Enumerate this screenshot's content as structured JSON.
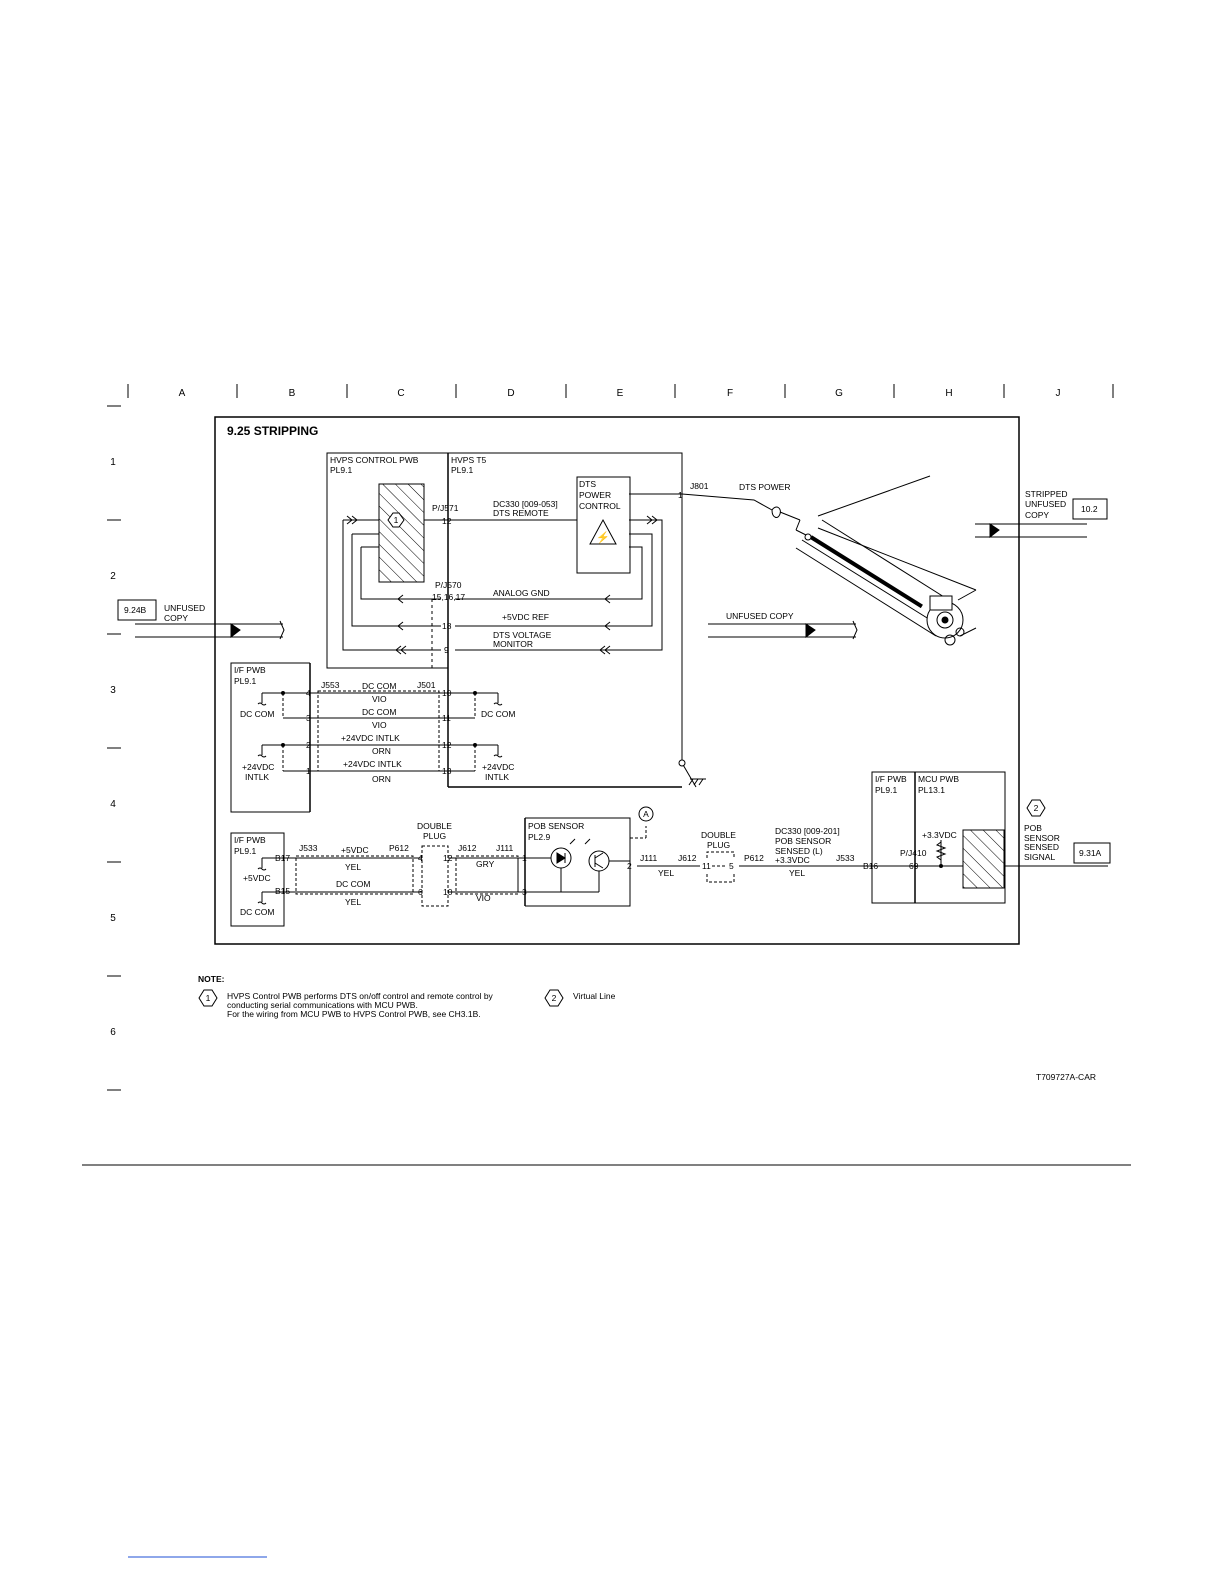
{
  "diagram": {
    "title": "9.25 STRIPPING",
    "drawing_id": "T709727A-CAR"
  },
  "grid": {
    "columns": [
      "A",
      "B",
      "C",
      "D",
      "E",
      "F",
      "G",
      "H",
      "J"
    ],
    "rows": [
      "1",
      "2",
      "3",
      "4",
      "5",
      "6"
    ]
  },
  "components": {
    "hvps_control": {
      "l1": "HVPS CONTROL PWB",
      "l2": "PL9.1"
    },
    "hvps_t5": {
      "l1": "HVPS T5",
      "l2": "PL9.1"
    },
    "dts_power_control": {
      "l1": "DTS",
      "l2": "POWER",
      "l3": "CONTROL"
    },
    "if_pwb_upper": {
      "l1": "I/F PWB",
      "l2": "PL9.1"
    },
    "if_pwb_lower": {
      "l1": "I/F PWB",
      "l2": "PL9.1"
    },
    "pob_sensor": {
      "l1": "POB SENSOR",
      "l2": "PL2.9"
    },
    "if_pwb_right": {
      "l1": "I/F PWB",
      "l2": "PL9.1"
    },
    "mcu_pwb": {
      "l1": "MCU PWB",
      "l2": "PL13.1"
    }
  },
  "connectors": {
    "pj571": "P/J571",
    "pj570": "P/J570",
    "pj570_pins": "15,16,17",
    "j801": "J801",
    "j553": "J553",
    "j501": "J501",
    "j533": "J533",
    "p612": "P612",
    "j612": "J612",
    "j111": "J111",
    "j111_r": "J111",
    "j612_r": "J612",
    "p612_r": "P612",
    "j533_r": "J533",
    "pj410": "P/J410",
    "b16": "B16",
    "b17": "B17",
    "b15": "B15",
    "double_plug_1": "DOUBLE",
    "double_plug_2": "PLUG",
    "double_plug_r1": "DOUBLE",
    "double_plug_r2": "PLUG"
  },
  "pins": {
    "p12": "12",
    "p18": "18",
    "p9": "9",
    "p1_dts": "1",
    "u4": "4",
    "u3": "3",
    "u2": "2",
    "u1": "1",
    "r10": "10",
    "r11": "11",
    "r12": "12",
    "r13": "13",
    "dp4": "4",
    "dp12": "12",
    "dp6": "6",
    "dp10": "10",
    "s1": "1",
    "s3": "3",
    "s2": "2",
    "dr11": "11",
    "dr5": "5",
    "m69": "69"
  },
  "signals": {
    "dts_remote_1": "DC330  [009-053]",
    "dts_remote_2": "DTS REMOTE",
    "analog_gnd": "ANALOG GND",
    "ref_5v": "+5VDC REF",
    "dts_vm_1": "DTS VOLTAGE",
    "dts_vm_2": "MONITOR",
    "dts_power": "DTS POWER",
    "dc_com_a": "DC COM",
    "vio_a": "VIO",
    "dc_com_b": "DC COM",
    "vio_b": "VIO",
    "intlk_a": "+24VDC INTLK",
    "orn_a": "ORN",
    "intlk_b": "+24VDC INTLK",
    "orn_b": "ORN",
    "dccom_left": "DC COM",
    "intlk_left_1": "+24VDC",
    "intlk_left_2": "INTLK",
    "dccom_right": "DC COM",
    "intlk_right_1": "+24VDC",
    "intlk_right_2": "INTLK",
    "v5_line": "+5VDC",
    "yel_a": "YEL",
    "dccom_line": "DC COM",
    "yel_b": "YEL",
    "gry": "GRY",
    "vio_c": "VIO",
    "v5_left": "+5VDC",
    "dccom_left2": "DC COM",
    "yel_c": "YEL",
    "yel_d": "YEL",
    "pob_sig_1": "DC330  [009-201]",
    "pob_sig_2": "POB SENSOR",
    "pob_sig_3": "SENSED (L)",
    "pob_sig_4": "+3.3VDC",
    "v33_mcu": "+3.3VDC",
    "unfused_copy_mid": "UNFUSED COPY",
    "unfused_left_1": "UNFUSED",
    "unfused_left_2": "COPY",
    "stripped_1": "STRIPPED",
    "stripped_2": "UNFUSED",
    "stripped_3": "COPY",
    "pob_out_1": "POB",
    "pob_out_2": "SENSOR",
    "pob_out_3": "SENSED",
    "pob_out_4": "SIGNAL"
  },
  "references": {
    "left_in": "9.24B",
    "right_out": "10.2",
    "pob_out": "9.31A",
    "callout_1": "1",
    "callout_2": "2",
    "virtual_a": "A"
  },
  "notes": {
    "heading": "NOTE:",
    "n1_num": "1",
    "n1_l1": "HVPS Control PWB performs DTS on/off control and remote control by",
    "n1_l2": "conducting serial communications with MCU PWB.",
    "n1_l3": "For the wiring from MCU PWB to HVPS Control PWB, see CH3.1B.",
    "n2_num": "2",
    "n2_l1": "Virtual Line"
  }
}
